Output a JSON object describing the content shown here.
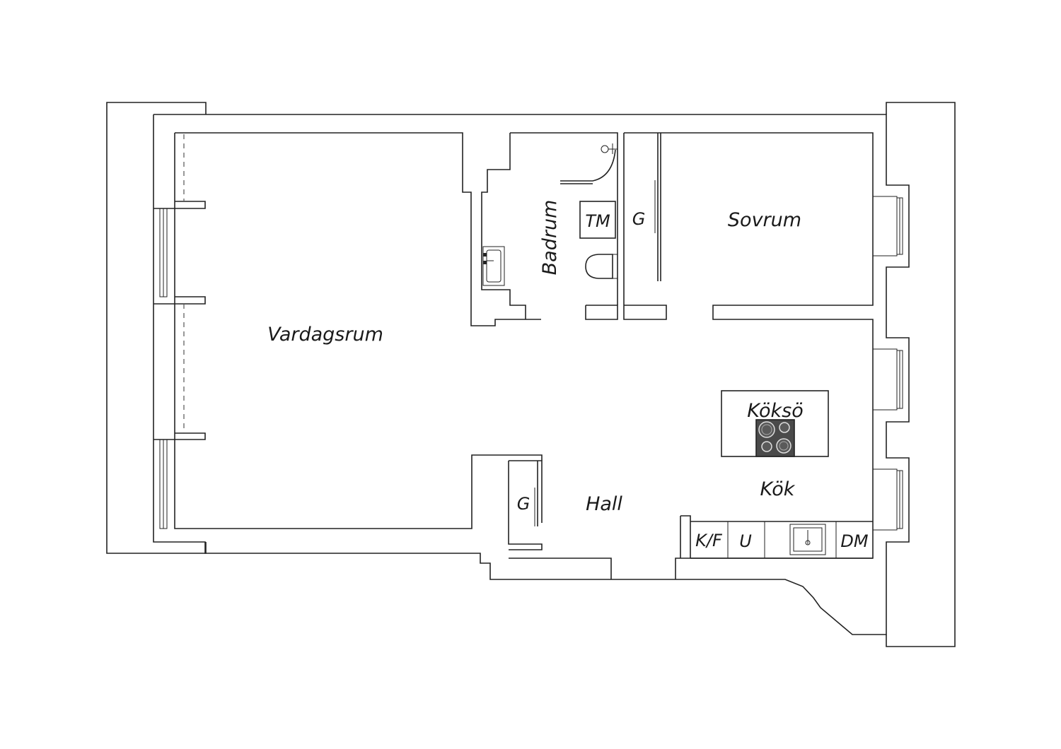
{
  "rooms": {
    "living": "Vardagsrum",
    "bath": "Badrum",
    "bedroom": "Sovrum",
    "hall": "Hall",
    "kitchen": "Kök",
    "island": "Köksö"
  },
  "fixtures": {
    "washer": "TM",
    "wardrobe_bedroom": "G",
    "wardrobe_hall": "G",
    "fridge_freezer": "K/F",
    "oven": "U",
    "dishwasher": "DM"
  },
  "colors": {
    "line": "#222222",
    "background": "#ffffff",
    "stove": "#4a4a4a"
  }
}
